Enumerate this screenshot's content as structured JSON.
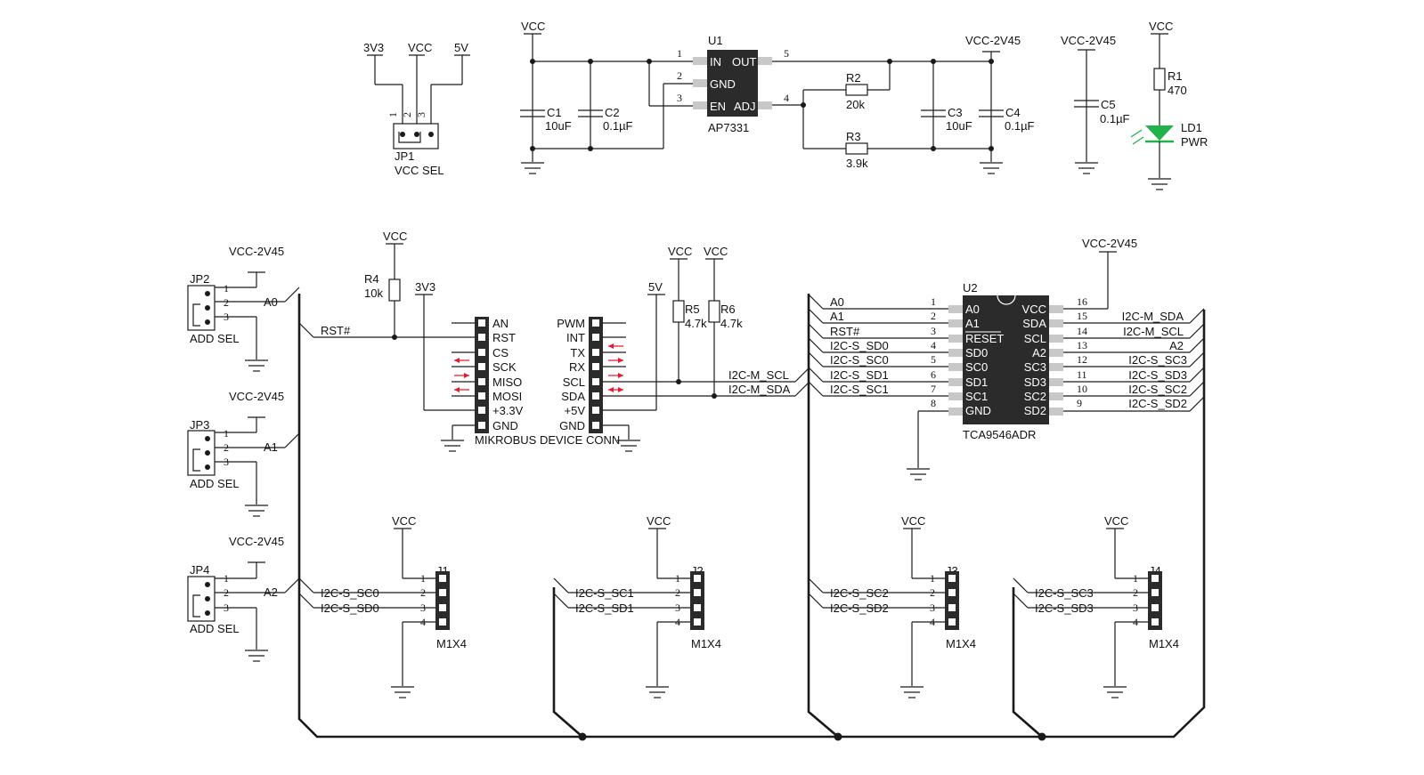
{
  "labels": {
    "vcc": "VCC",
    "v3v3": "3V3",
    "v5v": "5V",
    "vcc2v45": "VCC-2V45",
    "u1_ref": "U1",
    "u1_part": "AP7331",
    "u1_in": "IN",
    "u1_out": "OUT",
    "u1_gnd": "GND",
    "u1_en": "EN",
    "u1_adj": "ADJ",
    "c1": "C1",
    "c1v": "10uF",
    "c2": "C2",
    "c2v": "0.1µF",
    "c3": "C3",
    "c3v": "10uF",
    "c4": "C4",
    "c4v": "0.1µF",
    "c5": "C5",
    "c5v": "0.1µF",
    "r1": "R1",
    "r1v": "470",
    "r2": "R2",
    "r2v": "20k",
    "r3": "R3",
    "r3v": "3.9k",
    "r4": "R4",
    "r4v": "10k",
    "r5": "R5",
    "r5v": "4.7k",
    "r6": "R6",
    "r6v": "4.7k",
    "ld1": "LD1",
    "ld1v": "PWR",
    "jp1": "JP1",
    "jp1v": "VCC SEL",
    "jp2": "JP2",
    "jp3": "JP3",
    "jp4": "JP4",
    "addsel": "ADD SEL",
    "a0": "A0",
    "a1": "A1",
    "a2": "A2",
    "rst": "RST#",
    "mikrobus": "MIKROBUS DEVICE CONN",
    "mb_left": [
      "AN",
      "RST",
      "CS",
      "SCK",
      "MISO",
      "MOSI",
      "+3.3V",
      "GND"
    ],
    "mb_right": [
      "PWM",
      "INT",
      "TX",
      "RX",
      "SCL",
      "SDA",
      "+5V",
      "GND"
    ],
    "i2c_m_scl": "I2C-M_SCL",
    "i2c_m_sda": "I2C-M_SDA",
    "u2_ref": "U2",
    "u2_part": "TCA9546ADR",
    "u2_left": [
      "A0",
      "A1",
      "RESET",
      "SD0",
      "SC0",
      "SD1",
      "SC1",
      "GND"
    ],
    "u2_right": [
      "VCC",
      "SDA",
      "SCL",
      "A2",
      "SC3",
      "SD3",
      "SC2",
      "SD2"
    ],
    "u2_left_nums": [
      "1",
      "2",
      "3",
      "4",
      "5",
      "6",
      "7",
      "8"
    ],
    "u2_right_nums": [
      "16",
      "15",
      "14",
      "13",
      "12",
      "11",
      "10",
      "9"
    ],
    "u2_left_nets": [
      "A0",
      "A1",
      "RST#",
      "I2C-S_SD0",
      "I2C-S_SC0",
      "I2C-S_SD1",
      "I2C-S_SC1"
    ],
    "u2_right_nets": [
      "I2C-M_SDA",
      "I2C-M_SCL",
      "A2",
      "I2C-S_SC3",
      "I2C-S_SD3",
      "I2C-S_SC2",
      "I2C-S_SD2"
    ],
    "j1": "J1",
    "j2": "J2",
    "j3": "J3",
    "j4": "J4",
    "m1x4": "M1X4",
    "j1_nets": [
      "I2C-S_SC0",
      "I2C-S_SD0"
    ],
    "j2_nets": [
      "I2C-S_SC1",
      "I2C-S_SD1"
    ],
    "j3_nets": [
      "I2C-S_SC2",
      "I2C-S_SD2"
    ],
    "j4_nets": [
      "I2C-S_SC3",
      "I2C-S_SD3"
    ],
    "p1": "1",
    "p2": "2",
    "p3": "3",
    "p4": "4",
    "p5": "5"
  },
  "colors": {
    "wire": "#1a1a1a",
    "ic_body": "#2b2b2b",
    "ic_pin": "#c8c8c8",
    "led": "#22b24c",
    "arrow": "#e8192c"
  }
}
